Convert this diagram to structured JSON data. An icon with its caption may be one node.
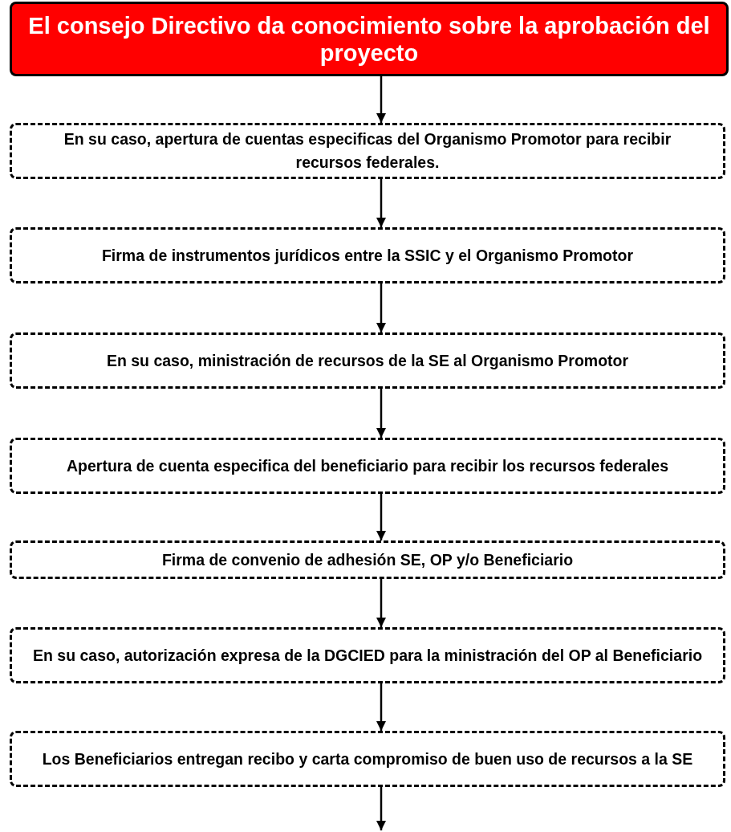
{
  "diagram": {
    "nodes": [
      {
        "text": [
          "El consejo Directivo da conocimiento sobre la aprobación del proyecto"
        ]
      },
      {
        "text": [
          "En su caso, apertura de cuentas especificas del Organismo Promotor para recibir recursos federales."
        ]
      },
      {
        "text": [
          "Firma de instrumentos jurídicos entre la SSIC y el Organismo Promotor"
        ]
      },
      {
        "text": [
          "En su caso, ministración de recursos de la SE al Organismo Promotor"
        ]
      },
      {
        "text": [
          "Apertura de cuenta especifica del beneficiario para recibir los recursos federales"
        ]
      },
      {
        "text": [
          "Firma de convenio de adhesión SE, OP y/o Beneficiario"
        ]
      },
      {
        "text": [
          "En su caso, autorización expresa de la DGCIED para la ministración del OP al Beneficiario"
        ]
      },
      {
        "text": [
          "Los Beneficiarios entregan recibo y carta compromiso de buen uso de recursos a la SE"
        ]
      }
    ],
    "edges": [
      {
        "from": 0,
        "to": 1,
        "arrow": "to"
      },
      {
        "from": 1,
        "to": 2,
        "arrow": "to"
      },
      {
        "from": 2,
        "to": 3,
        "arrow": "to"
      },
      {
        "from": 3,
        "to": 4,
        "arrow": "to"
      },
      {
        "from": 4,
        "to": 5,
        "arrow": "to"
      },
      {
        "from": 5,
        "to": 6,
        "arrow": "to"
      },
      {
        "from": 6,
        "to": 7,
        "arrow": "to"
      },
      {
        "from": 7,
        "to": null,
        "arrow": "to"
      }
    ]
  }
}
